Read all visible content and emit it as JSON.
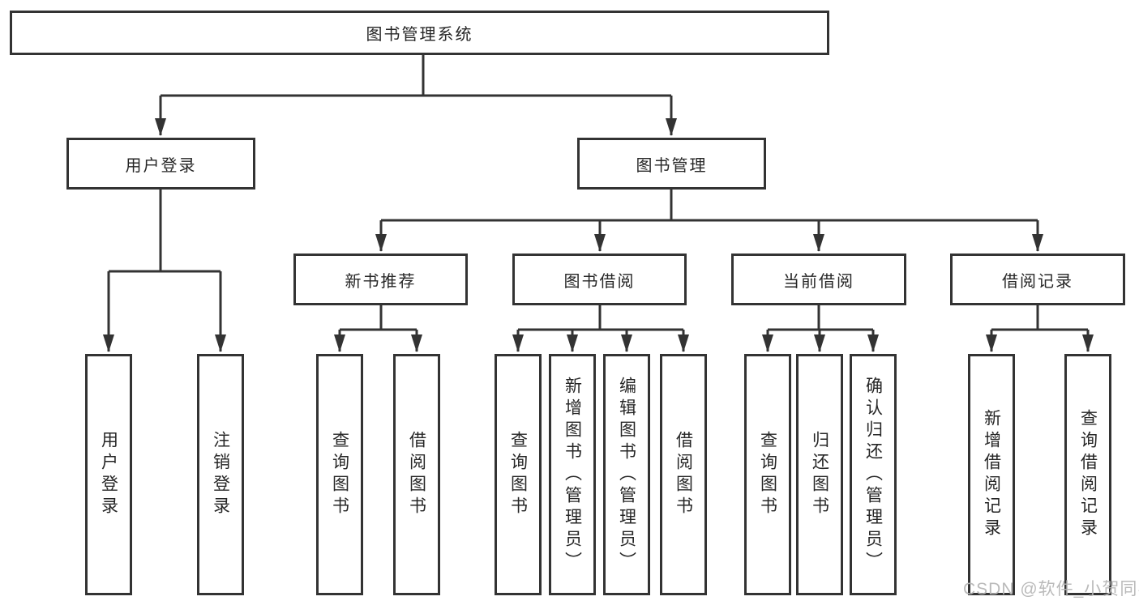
{
  "diagram": {
    "title": "图书管理系统",
    "root": {
      "label": "图书管理系统"
    },
    "branches": [
      {
        "label": "用户登录",
        "children": [
          {
            "label": "用户登录"
          },
          {
            "label": "注销登录"
          }
        ]
      },
      {
        "label": "图书管理",
        "sections": [
          {
            "label": "新书推荐",
            "children": [
              {
                "label": "查询图书"
              },
              {
                "label": "借阅图书"
              }
            ]
          },
          {
            "label": "图书借阅",
            "children": [
              {
                "label": "查询图书"
              },
              {
                "label": "新增图书（管理员）"
              },
              {
                "label": "编辑图书（管理员）"
              },
              {
                "label": "借阅图书"
              }
            ]
          },
          {
            "label": "当前借阅",
            "children": [
              {
                "label": "查询图书"
              },
              {
                "label": "归还图书"
              },
              {
                "label": "确认归还（管理员）"
              }
            ]
          },
          {
            "label": "借阅记录",
            "children": [
              {
                "label": "新增借阅记录"
              },
              {
                "label": "查询借阅记录"
              }
            ]
          }
        ]
      }
    ],
    "colors": {
      "line": "#333333",
      "text": "#262626",
      "box_background": "#ffffff",
      "watermark": "#b6b6b6"
    }
  },
  "watermark": {
    "text": "CSDN @软件_小贺同学"
  }
}
